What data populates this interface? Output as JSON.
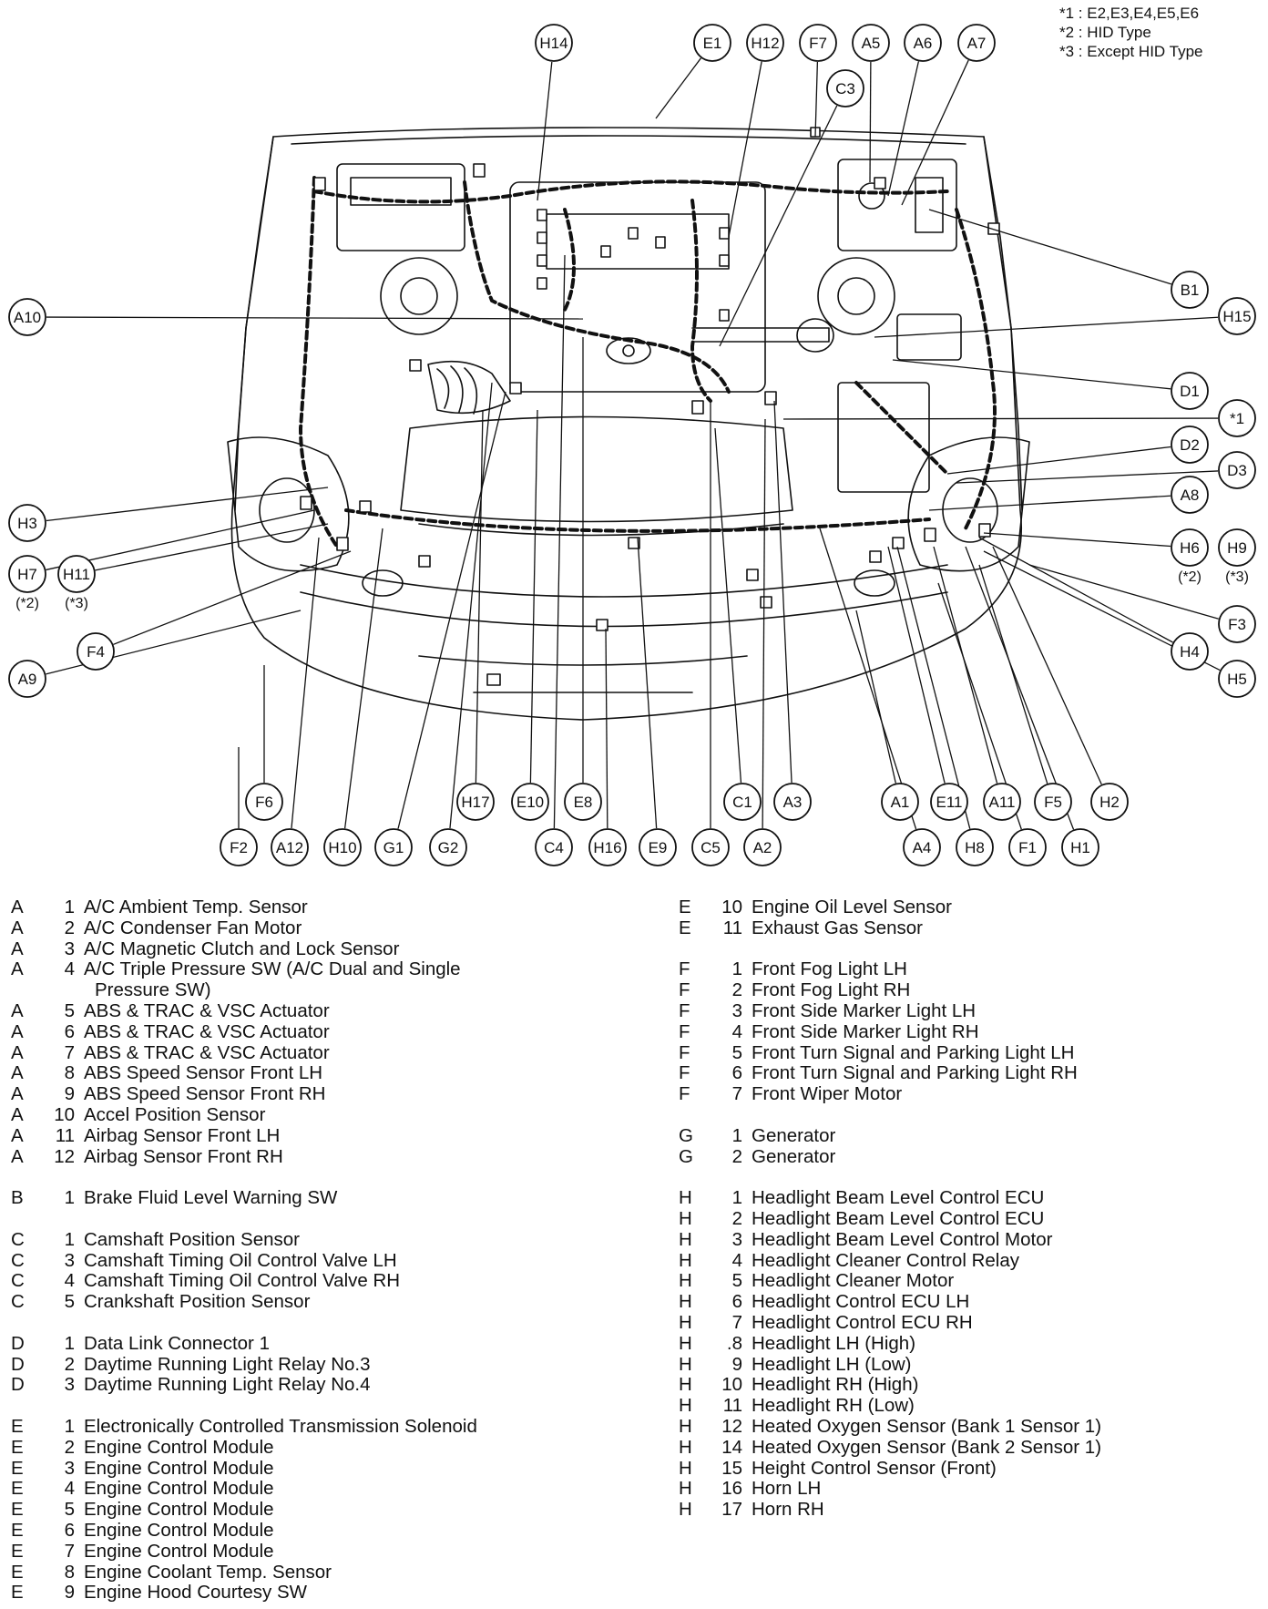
{
  "notes": [
    "*1 : E2,E3,E4,E5,E6",
    "*2 : HID Type",
    "*3 : Except HID Type"
  ],
  "callouts": {
    "H14": "H14",
    "E1": "E1",
    "H12": "H12",
    "F7": "F7",
    "A5": "A5",
    "A6": "A6",
    "A7": "A7",
    "C3": "C3",
    "B1": "B1",
    "H15": "H15",
    "A10": "A10",
    "D1": "D1",
    "star1": "*1",
    "D2": "D2",
    "D3": "D3",
    "A8": "A8",
    "H3": "H3",
    "H6": "H6",
    "H9": "H9",
    "H7": "H7",
    "H11": "H11",
    "F3": "F3",
    "F4": "F4",
    "H4": "H4",
    "A9": "A9",
    "H5": "H5",
    "F6": "F6",
    "H17": "H17",
    "E10": "E10",
    "E8": "E8",
    "C1": "C1",
    "A3": "A3",
    "A1": "A1",
    "E11": "E11",
    "A11": "A11",
    "F5": "F5",
    "H2": "H2",
    "F2": "F2",
    "A12": "A12",
    "H10": "H10",
    "G1": "G1",
    "G2": "G2",
    "C4": "C4",
    "H16": "H16",
    "E9": "E9",
    "C5": "C5",
    "A2": "A2",
    "A4": "A4",
    "H8": "H8",
    "F1": "F1",
    "H1": "H1",
    "note_h6": "(*2)",
    "note_h9": "(*3)",
    "note_h7": "(*2)",
    "note_h11": "(*3)"
  },
  "legend_left": [
    {
      "l": "A",
      "n": "1",
      "d": "A/C Ambient Temp. Sensor"
    },
    {
      "l": "A",
      "n": "2",
      "d": "A/C Condenser Fan Motor"
    },
    {
      "l": "A",
      "n": "3",
      "d": "A/C Magnetic Clutch and Lock Sensor"
    },
    {
      "l": "A",
      "n": "4",
      "d": "A/C Triple Pressure SW (A/C Dual and Single"
    },
    {
      "l": "",
      "n": "",
      "d": "Pressure SW)",
      "cont": true
    },
    {
      "l": "A",
      "n": "5",
      "d": "ABS & TRAC & VSC Actuator"
    },
    {
      "l": "A",
      "n": "6",
      "d": "ABS & TRAC & VSC Actuator"
    },
    {
      "l": "A",
      "n": "7",
      "d": "ABS & TRAC & VSC Actuator"
    },
    {
      "l": "A",
      "n": "8",
      "d": "ABS Speed Sensor Front LH"
    },
    {
      "l": "A",
      "n": "9",
      "d": "ABS Speed Sensor Front RH"
    },
    {
      "l": "A",
      "n": "10",
      "d": "Accel Position Sensor"
    },
    {
      "l": "A",
      "n": "11",
      "d": "Airbag Sensor Front LH"
    },
    {
      "l": "A",
      "n": "12",
      "d": "Airbag Sensor Front RH"
    },
    {
      "gap": true
    },
    {
      "l": "B",
      "n": "1",
      "d": "Brake Fluid Level Warning SW"
    },
    {
      "gap": true
    },
    {
      "l": "C",
      "n": "1",
      "d": "Camshaft Position Sensor"
    },
    {
      "l": "C",
      "n": "3",
      "d": "Camshaft Timing Oil Control Valve LH"
    },
    {
      "l": "C",
      "n": "4",
      "d": "Camshaft Timing Oil Control Valve RH"
    },
    {
      "l": "C",
      "n": "5",
      "d": "Crankshaft Position Sensor"
    },
    {
      "gap": true
    },
    {
      "l": "D",
      "n": "1",
      "d": "Data Link Connector 1"
    },
    {
      "l": "D",
      "n": "2",
      "d": "Daytime Running Light Relay No.3"
    },
    {
      "l": "D",
      "n": "3",
      "d": "Daytime Running Light Relay No.4"
    },
    {
      "gap": true
    },
    {
      "l": "E",
      "n": "1",
      "d": "Electronically Controlled Transmission Solenoid"
    },
    {
      "l": "E",
      "n": "2",
      "d": "Engine Control Module"
    },
    {
      "l": "E",
      "n": "3",
      "d": "Engine Control Module"
    },
    {
      "l": "E",
      "n": "4",
      "d": "Engine Control Module"
    },
    {
      "l": "E",
      "n": "5",
      "d": "Engine Control Module"
    },
    {
      "l": "E",
      "n": "6",
      "d": "Engine Control Module"
    },
    {
      "l": "E",
      "n": "7",
      "d": "Engine Control Module"
    },
    {
      "l": "E",
      "n": "8",
      "d": "Engine Coolant Temp. Sensor"
    },
    {
      "l": "E",
      "n": "9",
      "d": "Engine Hood Courtesy SW"
    }
  ],
  "legend_right": [
    {
      "l": "E",
      "n": "10",
      "d": "Engine Oil Level Sensor"
    },
    {
      "l": "E",
      "n": "11",
      "d": "Exhaust Gas Sensor"
    },
    {
      "gap": true
    },
    {
      "l": "F",
      "n": "1",
      "d": "Front Fog Light LH"
    },
    {
      "l": "F",
      "n": "2",
      "d": "Front Fog Light RH"
    },
    {
      "l": "F",
      "n": "3",
      "d": "Front Side Marker Light LH"
    },
    {
      "l": "F",
      "n": "4",
      "d": "Front Side Marker Light RH"
    },
    {
      "l": "F",
      "n": "5",
      "d": "Front Turn Signal and Parking Light LH"
    },
    {
      "l": "F",
      "n": "6",
      "d": "Front Turn Signal and Parking Light RH"
    },
    {
      "l": "F",
      "n": "7",
      "d": "Front Wiper Motor"
    },
    {
      "gap": true
    },
    {
      "l": "G",
      "n": "1",
      "d": "Generator"
    },
    {
      "l": "G",
      "n": "2",
      "d": "Generator"
    },
    {
      "gap": true
    },
    {
      "l": "H",
      "n": "1",
      "d": "Headlight Beam Level Control ECU"
    },
    {
      "l": "H",
      "n": "2",
      "d": "Headlight Beam Level Control ECU"
    },
    {
      "l": "H",
      "n": "3",
      "d": "Headlight Beam Level Control Motor"
    },
    {
      "l": "H",
      "n": "4",
      "d": "Headlight Cleaner Control Relay"
    },
    {
      "l": "H",
      "n": "5",
      "d": "Headlight Cleaner Motor"
    },
    {
      "l": "H",
      "n": "6",
      "d": "Headlight Control ECU LH"
    },
    {
      "l": "H",
      "n": "7",
      "d": "Headlight Control ECU RH"
    },
    {
      "l": "H",
      "n": ".8",
      "d": "Headlight LH (High)"
    },
    {
      "l": "H",
      "n": "9",
      "d": "Headlight LH (Low)"
    },
    {
      "l": "H",
      "n": "10",
      "d": "Headlight RH (High)"
    },
    {
      "l": "H",
      "n": "11",
      "d": "Headlight RH (Low)"
    },
    {
      "l": "H",
      "n": "12",
      "d": "Heated Oxygen Sensor (Bank 1 Sensor 1)"
    },
    {
      "l": "H",
      "n": "14",
      "d": "Heated Oxygen Sensor (Bank 2 Sensor 1)"
    },
    {
      "l": "H",
      "n": "15",
      "d": "Height Control Sensor (Front)"
    },
    {
      "l": "H",
      "n": "16",
      "d": "Horn LH"
    },
    {
      "l": "H",
      "n": "17",
      "d": "Horn RH"
    }
  ]
}
